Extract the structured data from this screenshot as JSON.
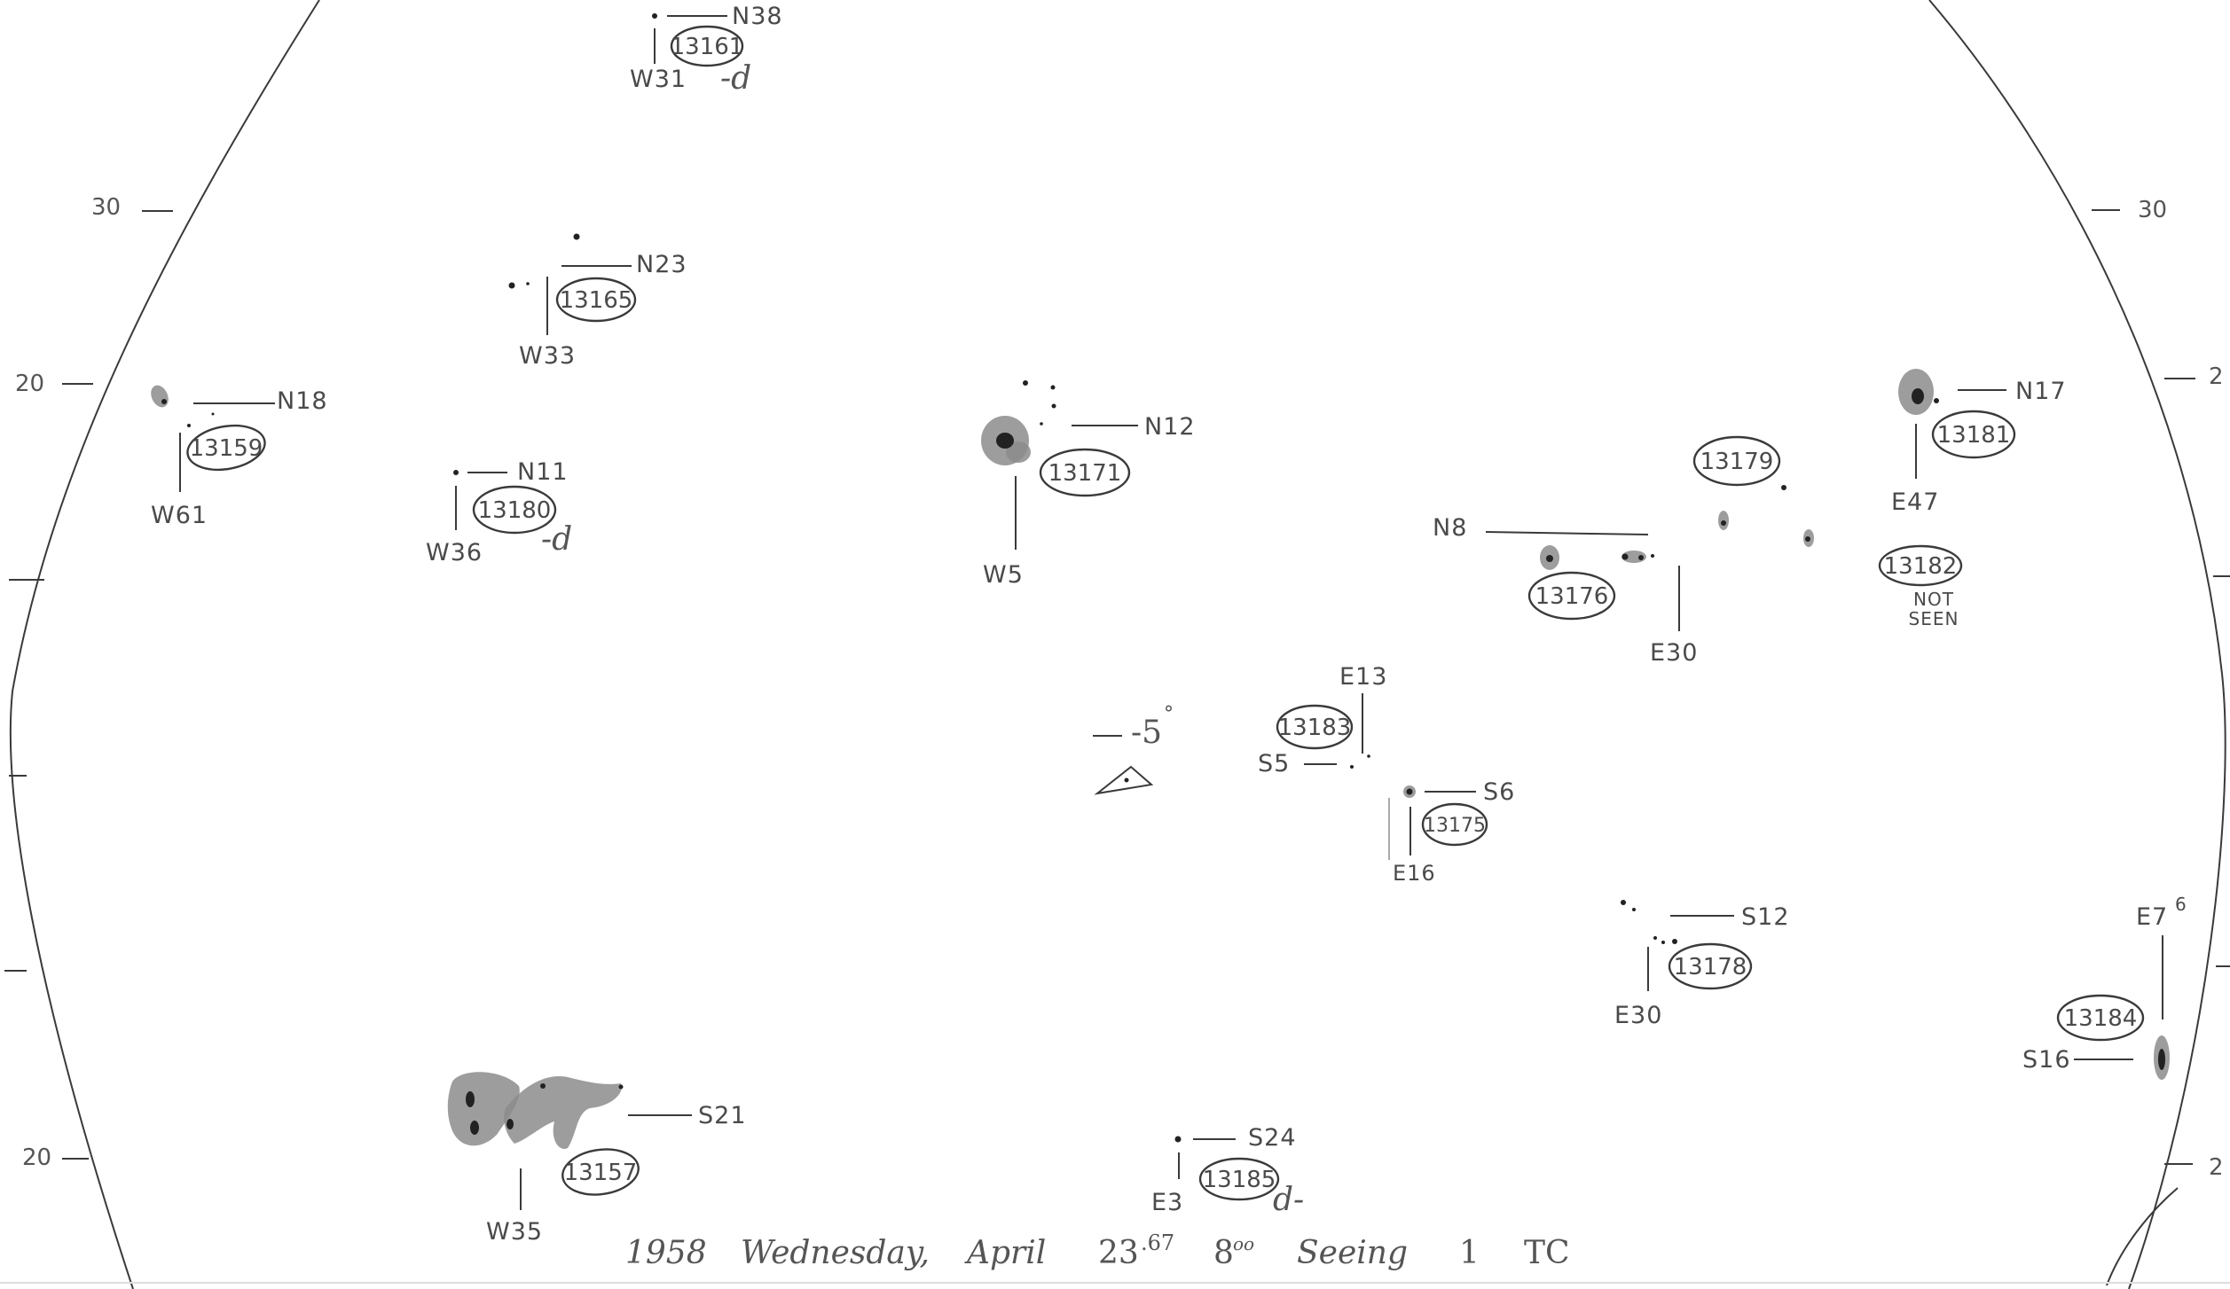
{
  "date_line": {
    "year": "1958",
    "weekday": "Wednesday,",
    "month": "April",
    "day": "23",
    "day_fraction": ".67",
    "time": "8",
    "time_sup": "oo",
    "seeing": "Seeing",
    "seeing_value": "1",
    "observer": "TC"
  },
  "latitude_ticks": {
    "left": [
      "30",
      "20",
      "20"
    ],
    "right": [
      "30",
      "2",
      "2"
    ]
  },
  "regions": [
    {
      "number": "13161",
      "lat": "N38",
      "lon": "W31",
      "note": "-d"
    },
    {
      "number": "13165",
      "lat": "N23",
      "lon": "W33"
    },
    {
      "number": "13159",
      "lat": "N18",
      "lon": "W61"
    },
    {
      "number": "13180",
      "lat": "N11",
      "lon": "W36",
      "note": "-d"
    },
    {
      "number": "13171",
      "lat": "N12",
      "lon": "W5"
    },
    {
      "number": "13179"
    },
    {
      "number": "13176",
      "lat": "N8",
      "lon": "E30"
    },
    {
      "number": "13181",
      "lat": "N17",
      "lon": "E47"
    },
    {
      "number": "13182",
      "note1": "NOT",
      "note2": "SEEN"
    },
    {
      "number": "13183",
      "lat": "S5",
      "lon": "E13"
    },
    {
      "number": "13175",
      "lat": "S6",
      "lon": "E16"
    },
    {
      "number": "13178",
      "lat": "S12",
      "lon": "E30"
    },
    {
      "number": "13184",
      "lat": "S16",
      "lon": "E7",
      "lon_sup": "6"
    },
    {
      "number": "13157",
      "lat": "S21",
      "lon": "W35"
    },
    {
      "number": "13185",
      "lat": "S24",
      "lon": "E3",
      "note": "d-"
    }
  ],
  "orientation": {
    "angle": "-5",
    "degree": "°"
  }
}
